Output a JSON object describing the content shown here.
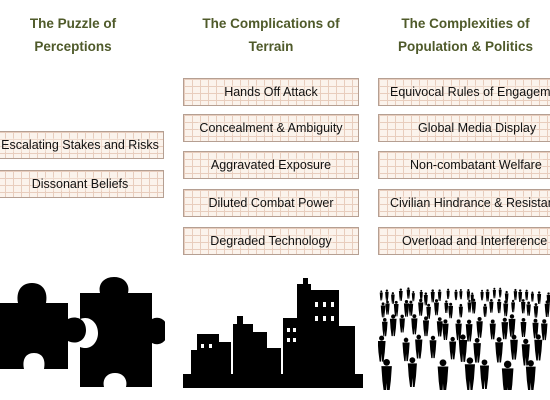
{
  "columns": [
    {
      "title_lines": [
        "The Puzzle of",
        "Perceptions"
      ],
      "items": [
        "Escalating Stakes and Risks",
        "Dissonant Beliefs"
      ]
    },
    {
      "title_lines": [
        "The Complications of",
        "Terrain"
      ],
      "items": [
        "Hands Off Attack",
        "Concealment & Ambiguity",
        "Aggravated Exposure",
        "Diluted Combat Power",
        "Degraded Technology"
      ]
    },
    {
      "title_lines": [
        "The Complexities of",
        "Population & Politics"
      ],
      "items": [
        "Equivocal Rules of Engagement",
        "Global Media Display",
        "Non-combatant Welfare",
        "Civilian Hindrance & Resistance",
        "Overload and Interference"
      ]
    }
  ],
  "colors": {
    "heading": "#4f5a2a",
    "brick_fill": "#fbf3ec",
    "brick_line": "#e8cdbd",
    "silhouette": "#000000"
  },
  "icons": [
    "puzzle-pieces-icon",
    "city-skyline-icon",
    "crowd-icon"
  ]
}
